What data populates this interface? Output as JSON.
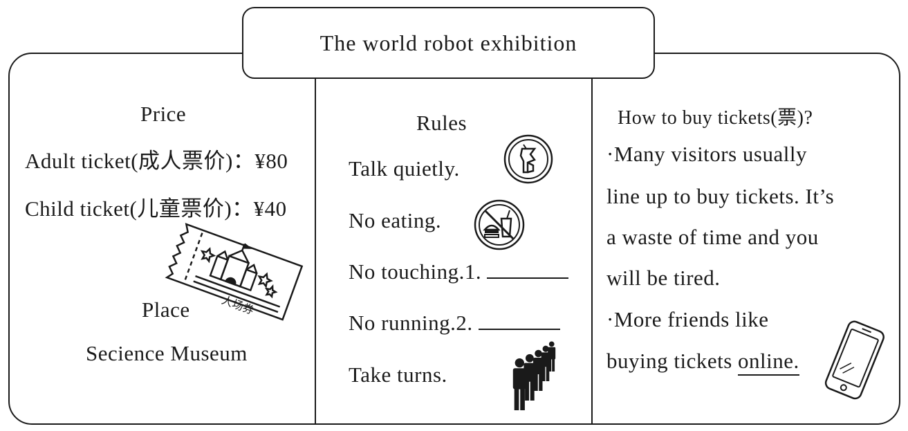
{
  "title": "The world robot exhibition",
  "left": {
    "heading": "Price",
    "adult_ticket": "Adult ticket(成人票价)：¥80",
    "child_ticket": "Child ticket(儿童票价)：¥40",
    "ticket_stub_text": "人场券",
    "place_heading": "Place",
    "place_value": "Secience Museum"
  },
  "middle": {
    "heading": "Rules",
    "rules": [
      "Talk quietly.",
      "No eating.",
      "No touching.1.",
      "No running.2.",
      "Take turns."
    ],
    "icons": [
      "quiet-sign-icon",
      "no-eating-sign-icon",
      "queue-people-icon"
    ]
  },
  "right": {
    "heading": "How to buy tickets(票)?",
    "lines": [
      "·Many visitors usually",
      "line up to buy tickets. It’s",
      "a waste of time and you",
      "will be tired.",
      "·More friends like"
    ],
    "last_line_prefix": "buying tickets ",
    "last_line_underlined": "online.",
    "icon": "smartphone-icon"
  }
}
